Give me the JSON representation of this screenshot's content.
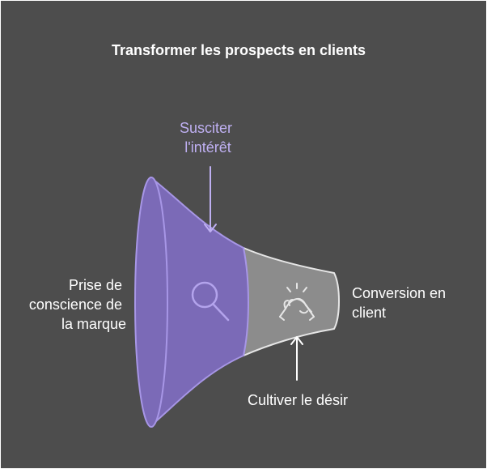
{
  "title": "Transformer les prospects en clients",
  "colors": {
    "background": "#4d4d4d",
    "funnel_purple": "#7b6ab7",
    "funnel_purple_light": "#a796e6",
    "funnel_gray": "#8c8c8c",
    "outline": "#e6e6e6",
    "accent_label": "#bfb0f2",
    "text": "#ffffff"
  },
  "stages": {
    "awareness": {
      "lines": [
        "Prise de",
        "conscience de",
        "la marque"
      ]
    },
    "interest": {
      "lines": [
        "Susciter",
        "l'intérêt"
      ],
      "icon": "magnifier-icon"
    },
    "desire": {
      "lines": [
        "Cultiver le désir"
      ],
      "icon": "handshake-icon"
    },
    "conversion": {
      "lines": [
        "Conversion en",
        "client"
      ]
    }
  }
}
